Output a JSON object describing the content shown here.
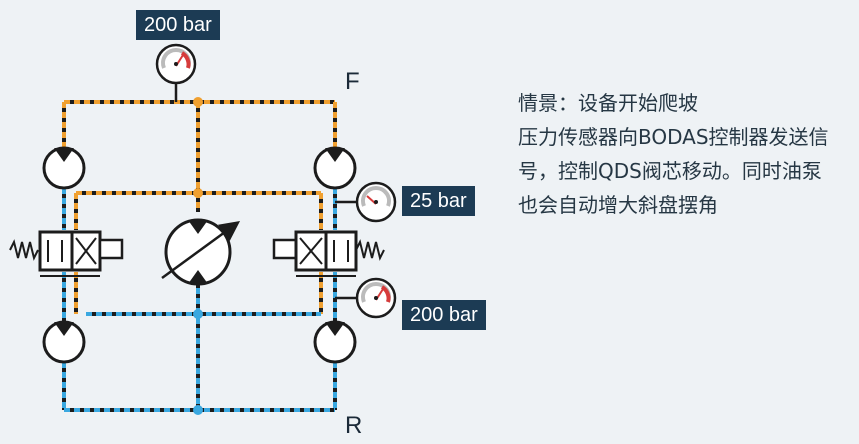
{
  "labels": {
    "gauge_top": "200 bar",
    "gauge_mid": "25 bar",
    "gauge_bottom": "200 bar",
    "port_f": "F",
    "port_r": "R"
  },
  "description": "情景：设备开始爬坡\n压力传感器向BODAS控制器发送信号，控制QDS阀芯移动。同时油泵也会自动增大斜盘摆角",
  "colors": {
    "orange_line": "#f0a030",
    "blue_line": "#3aa8e0",
    "dark": "#1c1c1c",
    "callout_bg": "#1c3b54",
    "background": "#eef2f5"
  }
}
